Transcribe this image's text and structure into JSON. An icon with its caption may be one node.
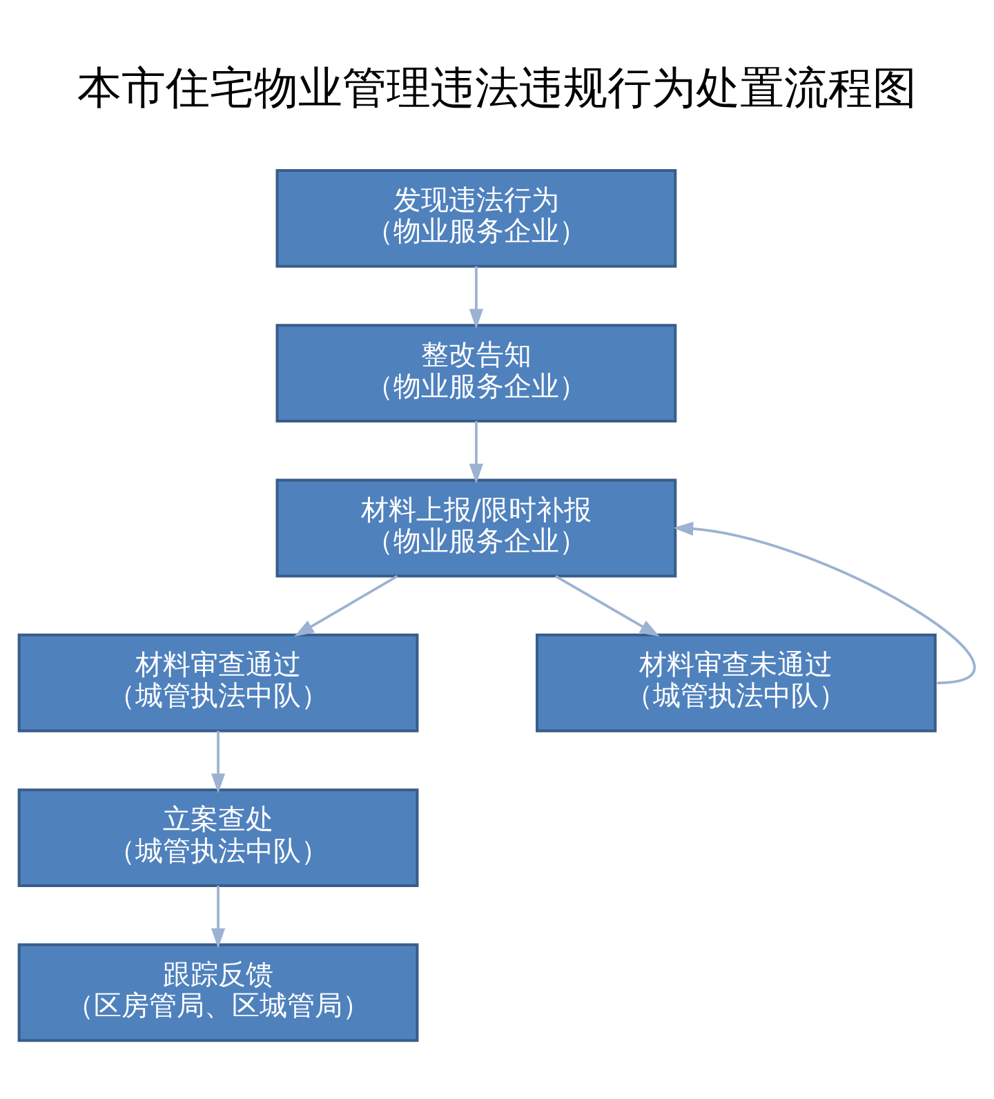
{
  "diagram": {
    "title": "本市住宅物业管理违法违规行为处置流程图",
    "nodes": [
      {
        "text": [
          "发现违法行为",
          "（物业服务企业）"
        ]
      },
      {
        "text": [
          "整改告知",
          "（物业服务企业）"
        ]
      },
      {
        "text": [
          "材料上报/限时补报",
          "（物业服务企业）"
        ]
      },
      {
        "text": [
          "材料审查通过",
          "（城管执法中队）"
        ]
      },
      {
        "text": [
          "材料审查未通过",
          "（城管执法中队）"
        ]
      },
      {
        "text": [
          "立案查处",
          "（城管执法中队）"
        ]
      },
      {
        "text": [
          "跟踪反馈",
          "（区房管局、区城管局）"
        ]
      }
    ],
    "edges": [
      {
        "from": 0,
        "to": 1,
        "arrow": "to"
      },
      {
        "from": 1,
        "to": 2,
        "arrow": "to"
      },
      {
        "from": 2,
        "to": 3,
        "arrow": "to"
      },
      {
        "from": 2,
        "to": 4,
        "arrow": "to"
      },
      {
        "from": 4,
        "to": 2,
        "arrow": "to"
      },
      {
        "from": 3,
        "to": 5,
        "arrow": "to"
      },
      {
        "from": 5,
        "to": 6,
        "arrow": "to"
      }
    ]
  }
}
